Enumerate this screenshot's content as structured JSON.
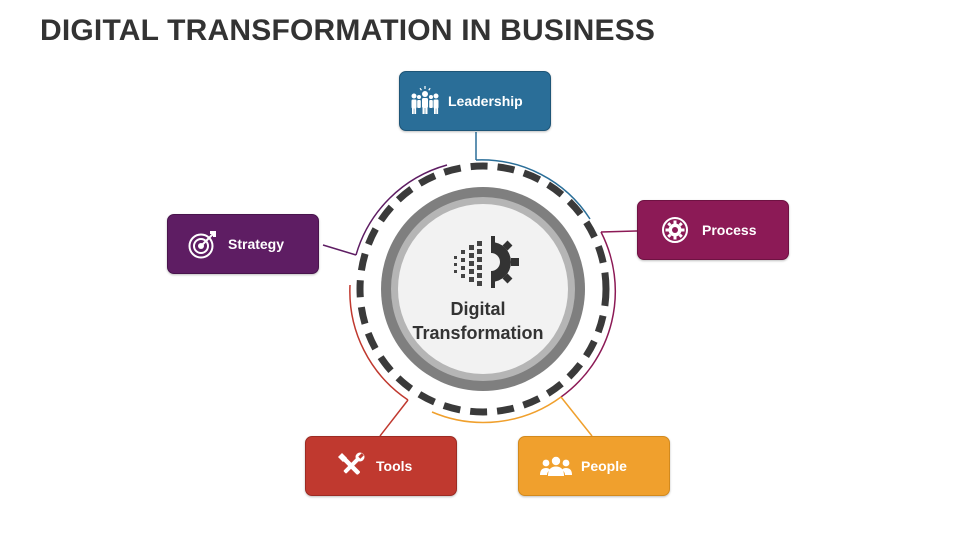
{
  "title": "DIGITAL TRANSFORMATION IN BUSINESS",
  "center": {
    "line1": "Digital",
    "line2": "Transformation",
    "icon": "digital-gear-icon"
  },
  "nodes": [
    {
      "id": "leadership",
      "label": "Leadership",
      "color": "#2A6E98",
      "border": "#1E5577",
      "icon": "leadership-icon"
    },
    {
      "id": "process",
      "label": "Process",
      "color": "#8C1A56",
      "border": "#6E1242",
      "icon": "process-gear-icon"
    },
    {
      "id": "people",
      "label": "People",
      "color": "#F0A02D",
      "border": "#D38A1D",
      "icon": "people-icon"
    },
    {
      "id": "tools",
      "label": "Tools",
      "color": "#C0392F",
      "border": "#9C2B23",
      "icon": "tools-icon"
    },
    {
      "id": "strategy",
      "label": "Strategy",
      "color": "#5E1D63",
      "border": "#48144C",
      "icon": "target-icon"
    }
  ]
}
